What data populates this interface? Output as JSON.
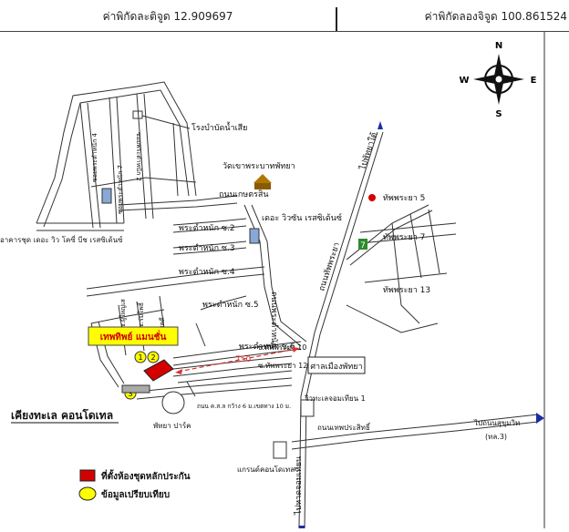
{
  "header": {
    "latitude": "ค่าพิกัดละติจูด 12.909697",
    "longitude": "ค่าพิกัดลองจิจูด 100.861524"
  },
  "compass": {
    "n": "N",
    "s": "S",
    "e": "E",
    "w": "W"
  },
  "map": {
    "labels": {
      "water_plant": "โรงบำบัดน้ำเสีย",
      "temple": "วัดเขาพระบาทพัทยา",
      "kasem_road": "ถนนเกษตรสิน",
      "condo_left": "อาคารชุด เดอะ วิว โคซี่ บีช เรสซิเด้นซ์",
      "condo_center": "เดอะ วิวซัน เรสซิเด้นซ์",
      "soi2": "พระตำหนัก ซ.2",
      "soi3": "พระตำหนัก ซ.3",
      "soi4": "พระตำหนัก ซ.4",
      "soi5": "พระตำหนัก ซ.5",
      "soi6": "พระตำหนัก ซ.6",
      "thappraya5": "ทัพพระยา 5",
      "thappraya7": "ทัพพระยา 7",
      "thappraya13": "ทัพพระยา 13",
      "thappraya_rd": "ถนนทัพพระยา",
      "to_pattaya_tai": "ไปพัทยาใต้",
      "phra_tamnak_rd": "ถนนพระตำหนัก",
      "soi10": "ซ.ทัพพระยา 10",
      "soi12": "ซ.ทัพพระยา 12",
      "distance": "750",
      "court": "ศาลเมืองพัทยา",
      "target_name": "เทพทิพย์ แมนชั่น",
      "condo_title": "เคียงทะเล คอนโดเทล",
      "park": "พัทยา ปาร์ค",
      "small_road": "ถนน ค.ส.ล กว้าง 6 ม.เขตทาง 10 ม.",
      "view_talay": "วิวทะเลจอมเทียน 1",
      "thep_rd": "ถนนเทพประสิทธิ์",
      "to_sukhumvit": "ไปถนนสุขุมวิท",
      "highway3": "(ทล.3)",
      "grand_condo": "แกรนด์คอนโดเทล",
      "to_jomtien": "ไปหาดจอมเทียน",
      "soi_a": "ซอยพระตำหนัก 4",
      "soi_b": "ซอยพระตำหนัก 2",
      "soi_c": "ซอยพระตำหนัก 7",
      "soi_d": "ซ.โชคดี",
      "soi_e": "ซ.ร่มโพธิ์",
      "soi_f": "ซ.ผู้ใหญ่เส",
      "badge1": "1",
      "badge2": "2",
      "badge3": "3",
      "store": "7"
    },
    "legend": {
      "red_box": "ที่ตั้งห้องชุดหลักประกัน",
      "yellow_circle": "ข้อมูลเปรียบเทียบ"
    }
  },
  "colors": {
    "road": "#222222",
    "target": "#d40000",
    "compare": "#ffff00",
    "label_box": "#ffff00",
    "label_text": "#d40000",
    "dashed": "#e03030",
    "building": "#88a8d8"
  }
}
